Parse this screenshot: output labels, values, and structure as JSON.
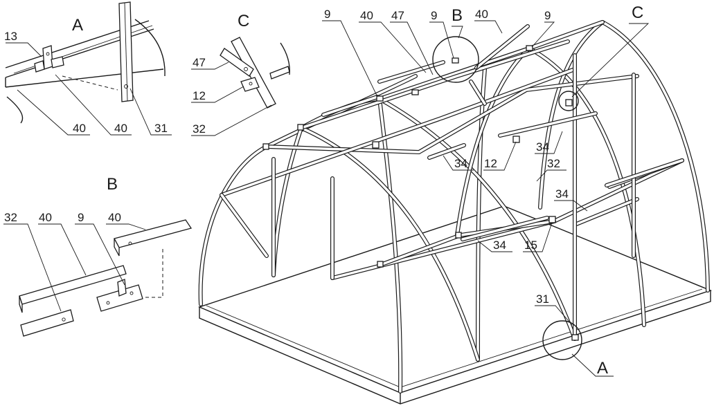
{
  "detail_a": {
    "title": "A",
    "labels": [
      "13",
      "40",
      "40",
      "31"
    ]
  },
  "detail_b": {
    "title": "B",
    "labels": [
      "32",
      "40",
      "9",
      "40"
    ]
  },
  "detail_c": {
    "title": "C",
    "labels": [
      "47",
      "12",
      "32"
    ]
  },
  "main": {
    "callouts": [
      "9",
      "40",
      "47",
      "9",
      "40",
      "9",
      "34",
      "12",
      "32",
      "34",
      "34",
      "15",
      "31"
    ],
    "markers": [
      "B",
      "C",
      "A"
    ]
  }
}
